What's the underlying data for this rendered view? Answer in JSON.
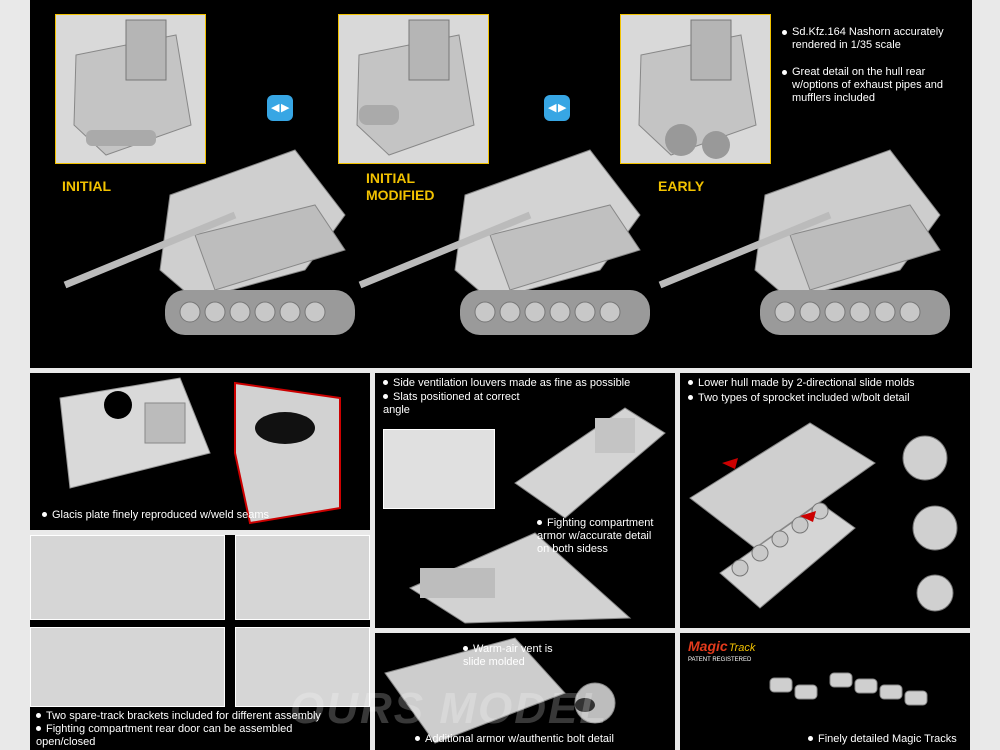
{
  "top": {
    "variants": {
      "initial": "INITIAL",
      "initial_modified": "INITIAL MODIFIED",
      "early": "EARLY"
    },
    "notes": [
      "Sd.Kfz.164 Nashorn accurately rendered in 1/35 scale",
      "Great detail on the hull rear w/options of exhaust pipes and mufflers included"
    ]
  },
  "panels": {
    "glacis": "Glacis plate finely reproduced w/weld seams",
    "louvers": [
      "Side ventilation louvers made as fine as possible",
      "Slats positioned at correct angle"
    ],
    "fighting_armor": "Fighting compartment armor w/accurate detail on both sidess",
    "lower_hull": [
      "Lower hull made by 2-directional slide molds",
      "Two types of sprocket included w/bolt detail"
    ],
    "spare_track": [
      "Two spare-track brackets included for different assembly",
      "Fighting compartment rear door can be assembled open/closed"
    ],
    "warm_air": "Warm-air vent is slide molded",
    "additional_armor": "Additional armor w/authentic bolt detail",
    "magic_tracks": "Finely detailed Magic Tracks",
    "magic_logo": "Magic",
    "magic_logo_tail": "Track",
    "patent": "PATENT REGISTERED"
  },
  "watermark": "OURS MODEL",
  "colors": {
    "accent": "#f2c200",
    "panel": "#000000",
    "badge": "#37a6e4"
  }
}
